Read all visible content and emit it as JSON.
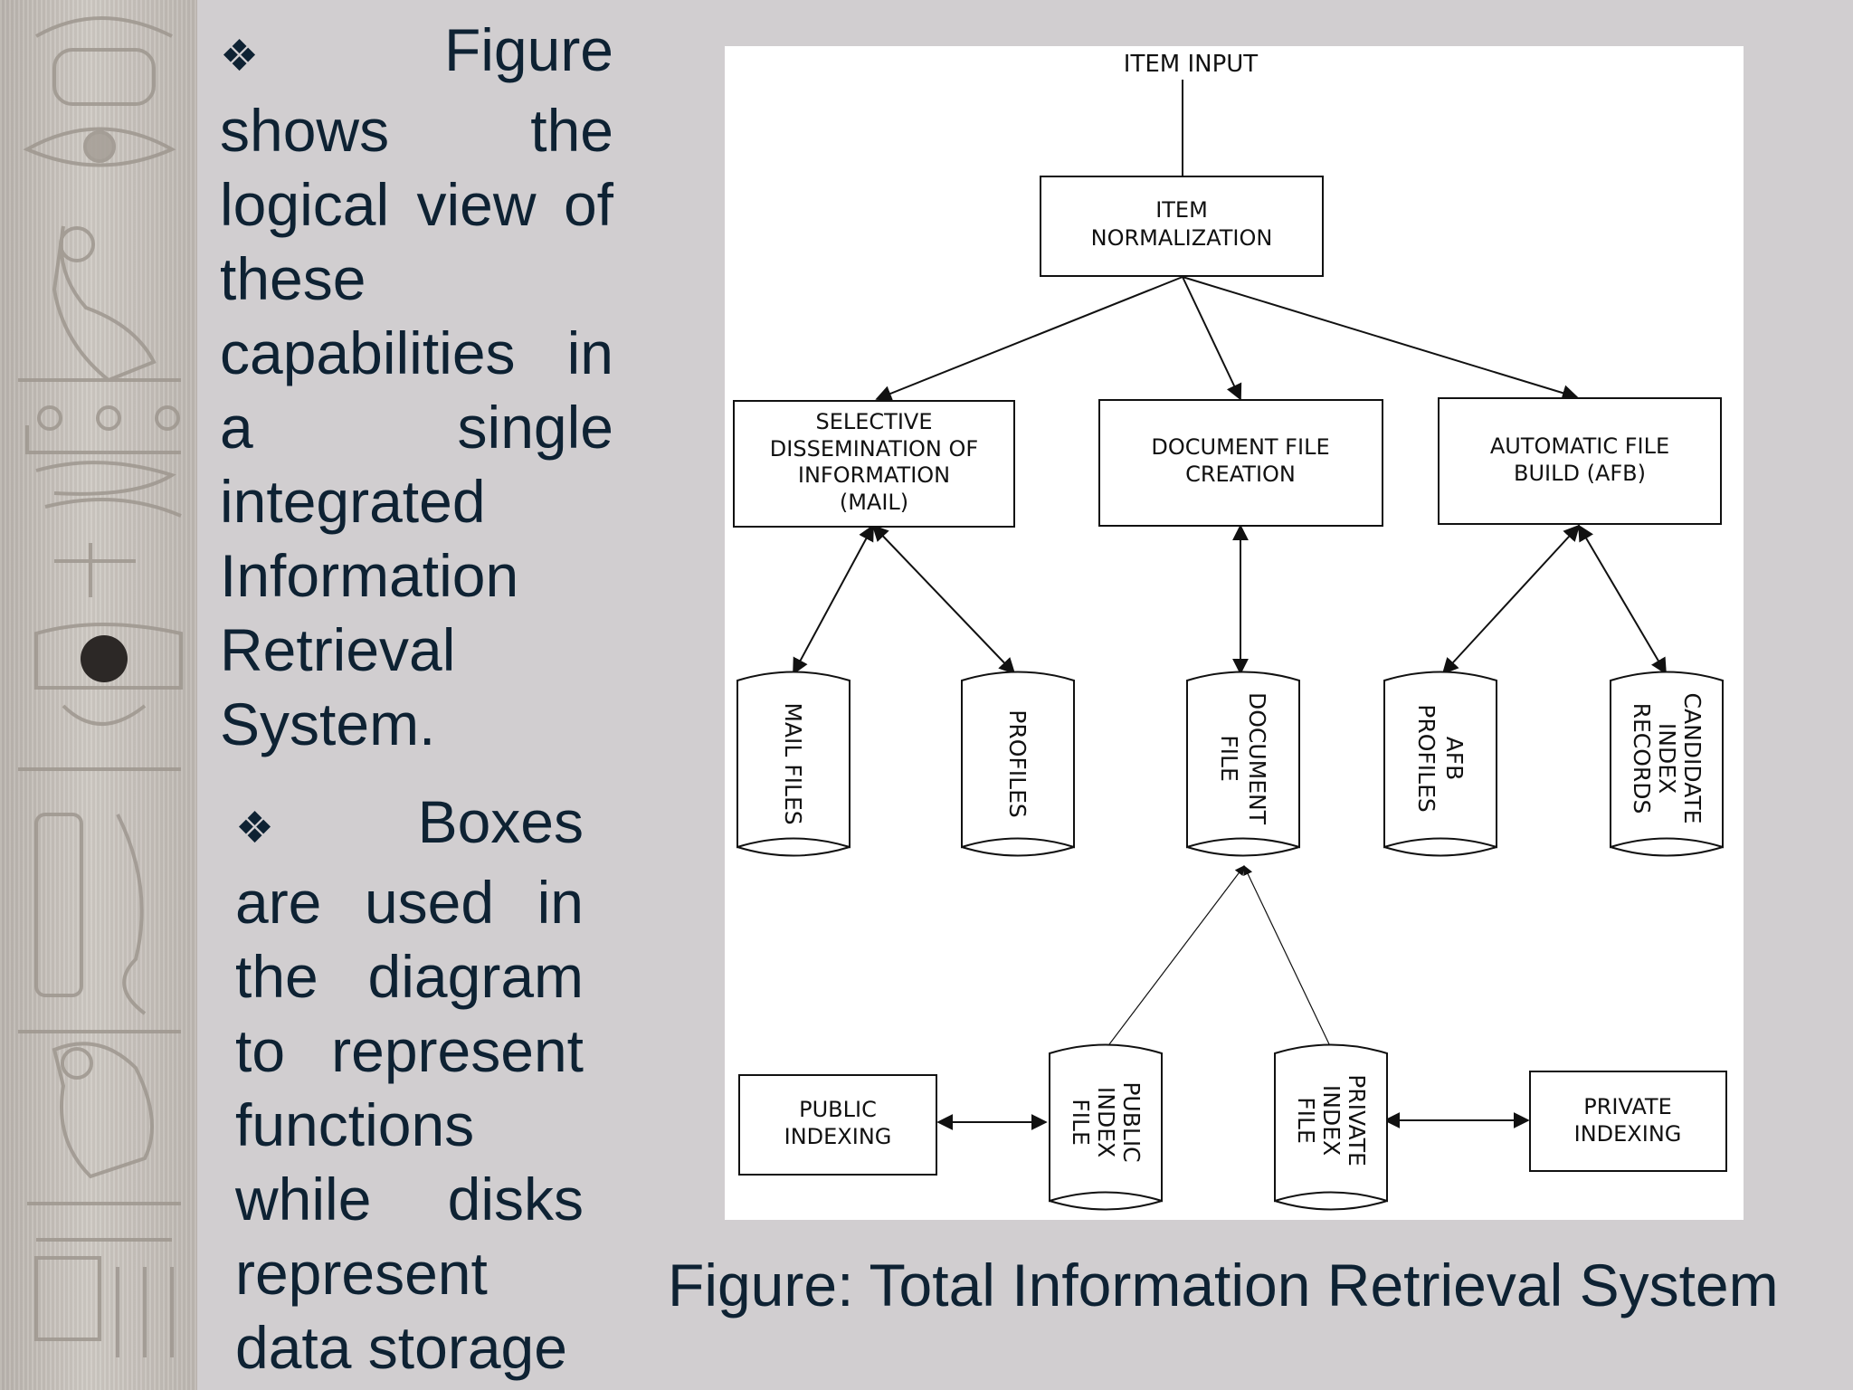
{
  "bullets": [
    {
      "marker": "❖",
      "text": "Figure shows the logical view of these capabilities in a single integrated Information Retrieval System."
    },
    {
      "marker": "❖",
      "text": "Boxes are used in the diagram to represent functions while disks represent data storage"
    }
  ],
  "diagram": {
    "input_label": "ITEM INPUT",
    "boxes": {
      "normalization": [
        "ITEM",
        "NORMALIZATION"
      ],
      "sdi": [
        "SELECTIVE",
        "DISSEMINATION OF",
        "INFORMATION",
        "(MAIL)"
      ],
      "doc_creation": [
        "DOCUMENT FILE",
        "CREATION"
      ],
      "afb": [
        "AUTOMATIC FILE",
        "BUILD (AFB)"
      ],
      "public_indexing": [
        "PUBLIC",
        "INDEXING"
      ],
      "private_indexing": [
        "PRIVATE",
        "INDEXING"
      ]
    },
    "disks": {
      "mail_files": [
        "MAIL FILES"
      ],
      "profiles": [
        "PROFILES"
      ],
      "document_file": [
        "DOCUMENT",
        "FILE"
      ],
      "afb_profiles": [
        "AFB",
        "PROFILES"
      ],
      "candidate_records": [
        "CANDIDATE",
        "INDEX",
        "RECORDS"
      ],
      "public_index_file": [
        "PUBLIC",
        "INDEX",
        "FILE"
      ],
      "private_index_file": [
        "PRIVATE",
        "INDEX",
        "FILE"
      ]
    }
  },
  "caption": "Figure: Total Information Retrieval System"
}
